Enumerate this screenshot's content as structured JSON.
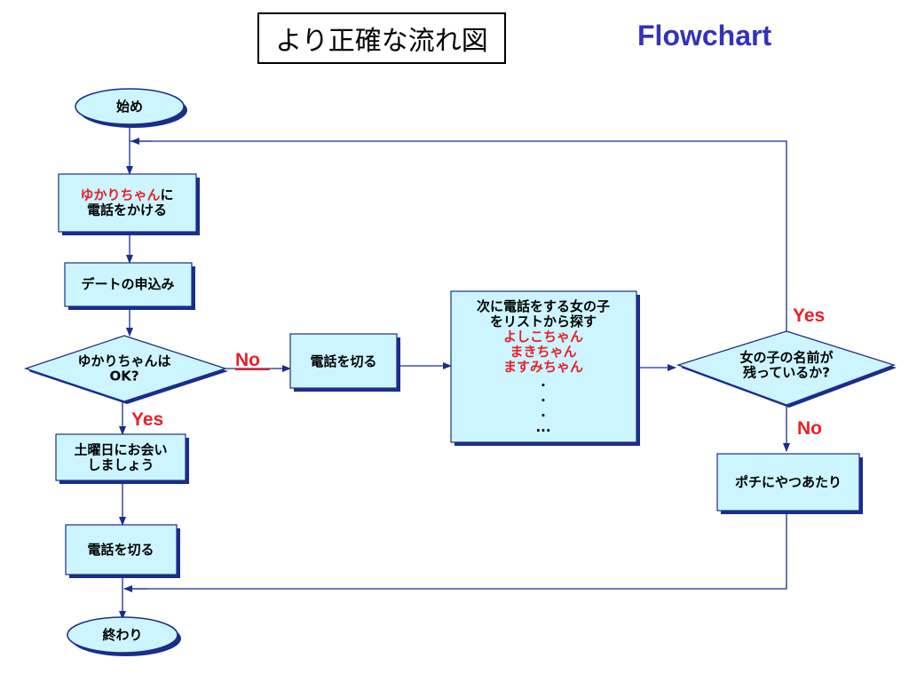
{
  "title": "より正確な流れ図",
  "subtitle": "Flowchart",
  "colors": {
    "fill": "#ccf5ff",
    "stroke": "#1a2d8c",
    "shadow": "#1a2d8c",
    "arrow": "#1a2d8c",
    "highlight": "#e8202a",
    "subtitle": "#3333b8",
    "text": "#000000"
  },
  "nodes": {
    "start": {
      "lines": [
        "始め"
      ]
    },
    "call": {
      "lines": [
        [
          {
            "t": "ゆかりちゃん",
            "hl": true
          },
          {
            "t": "に"
          }
        ],
        "電話をかける"
      ]
    },
    "date": {
      "lines": [
        "デートの申込み"
      ]
    },
    "decision_ok": {
      "lines": [
        "ゆかりちゃんは",
        "OK?"
      ]
    },
    "hangup_no": {
      "lines": [
        "電話を切る"
      ]
    },
    "list": {
      "lines": [
        "次に電話をする女の子",
        "をリストから探す",
        {
          "t": "よしこちゃん",
          "hl": true
        },
        {
          "t": "まきちゃん",
          "hl": true
        },
        {
          "t": "ますみちゃん",
          "hl": true
        },
        ".",
        ".",
        ".",
        "..."
      ]
    },
    "decision_names": {
      "lines": [
        "女の子の名前が",
        "残っているか?"
      ]
    },
    "saturday": {
      "lines": [
        "土曜日にお会い",
        "しましょう"
      ]
    },
    "hangup_yes": {
      "lines": [
        "電話を切る"
      ]
    },
    "pochi": {
      "lines": [
        "ポチにやつあたり"
      ]
    },
    "end": {
      "lines": [
        "終わり"
      ]
    }
  },
  "edge_labels": {
    "ok_no": "No",
    "ok_yes": "Yes",
    "names_yes": "Yes",
    "names_no": "No"
  }
}
